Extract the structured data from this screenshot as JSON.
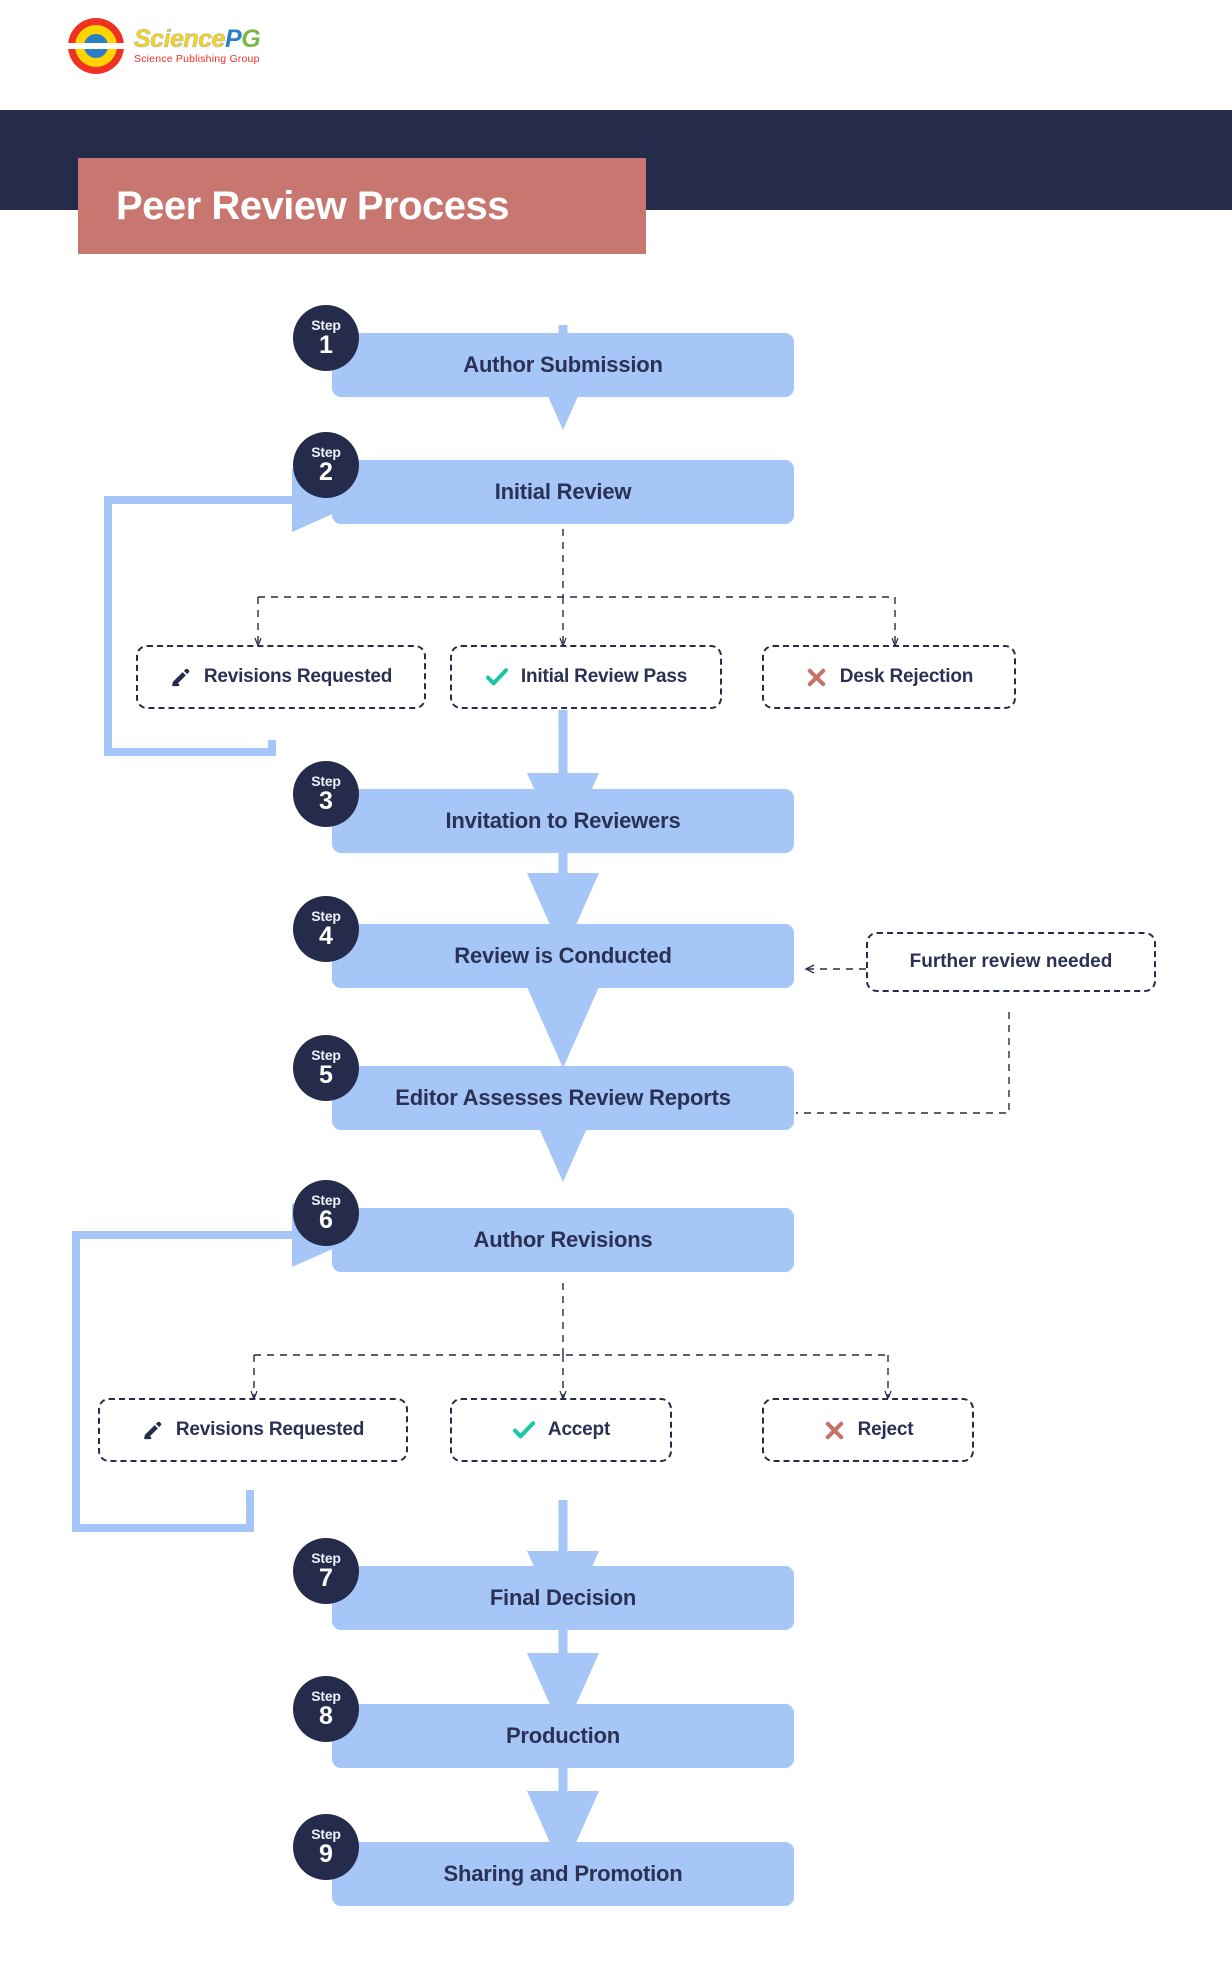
{
  "brand": {
    "logo_title_part1": "Science",
    "logo_title_part2": "P",
    "logo_title_part3": "G",
    "logo_subtitle": "Science Publishing Group",
    "logo_icon": "sciencepg-target-logo"
  },
  "header": {
    "title": "Peer Review Process",
    "band_color": "#252b4a",
    "plate_color": "#c77770",
    "title_color": "#ffffff"
  },
  "theme": {
    "step_bar_color": "#a5c6f7",
    "step_badge_color": "#252b4a",
    "text_dark": "#2b3154",
    "accent_check": "#19c6a5",
    "accent_cross": "#c4726c",
    "arrow_color": "#a5c6f7",
    "dashed_color": "#252b4a",
    "background": "#ffffff"
  },
  "flow": {
    "step_word": "Step",
    "steps": [
      {
        "number": "1",
        "label": "Author Submission"
      },
      {
        "number": "2",
        "label": "Initial Review"
      },
      {
        "number": "3",
        "label": "Invitation to Reviewers"
      },
      {
        "number": "4",
        "label": "Review is Conducted"
      },
      {
        "number": "5",
        "label": "Editor Assesses Review Reports"
      },
      {
        "number": "6",
        "label": "Author Revisions"
      },
      {
        "number": "7",
        "label": "Final Decision"
      },
      {
        "number": "8",
        "label": "Production"
      },
      {
        "number": "9",
        "label": "Sharing and Promotion"
      }
    ],
    "branch_one": {
      "from_step": "2",
      "outcomes": [
        {
          "label": "Revisions Requested",
          "icon": "pencil-icon",
          "icon_color": "#252b4a"
        },
        {
          "label": "Initial Review Pass",
          "icon": "check-icon",
          "icon_color": "#19c6a5"
        },
        {
          "label": "Desk Rejection",
          "icon": "cross-icon",
          "icon_color": "#c4726c"
        }
      ]
    },
    "branch_two": {
      "from_step": "6",
      "outcomes": [
        {
          "label": "Revisions Requested",
          "icon": "pencil-icon",
          "icon_color": "#252b4a"
        },
        {
          "label": "Accept",
          "icon": "check-icon",
          "icon_color": "#19c6a5"
        },
        {
          "label": "Reject",
          "icon": "cross-icon",
          "icon_color": "#c4726c"
        }
      ]
    },
    "side_note": {
      "label": "Further review needed",
      "from_step": "5",
      "to_step": "4"
    }
  }
}
